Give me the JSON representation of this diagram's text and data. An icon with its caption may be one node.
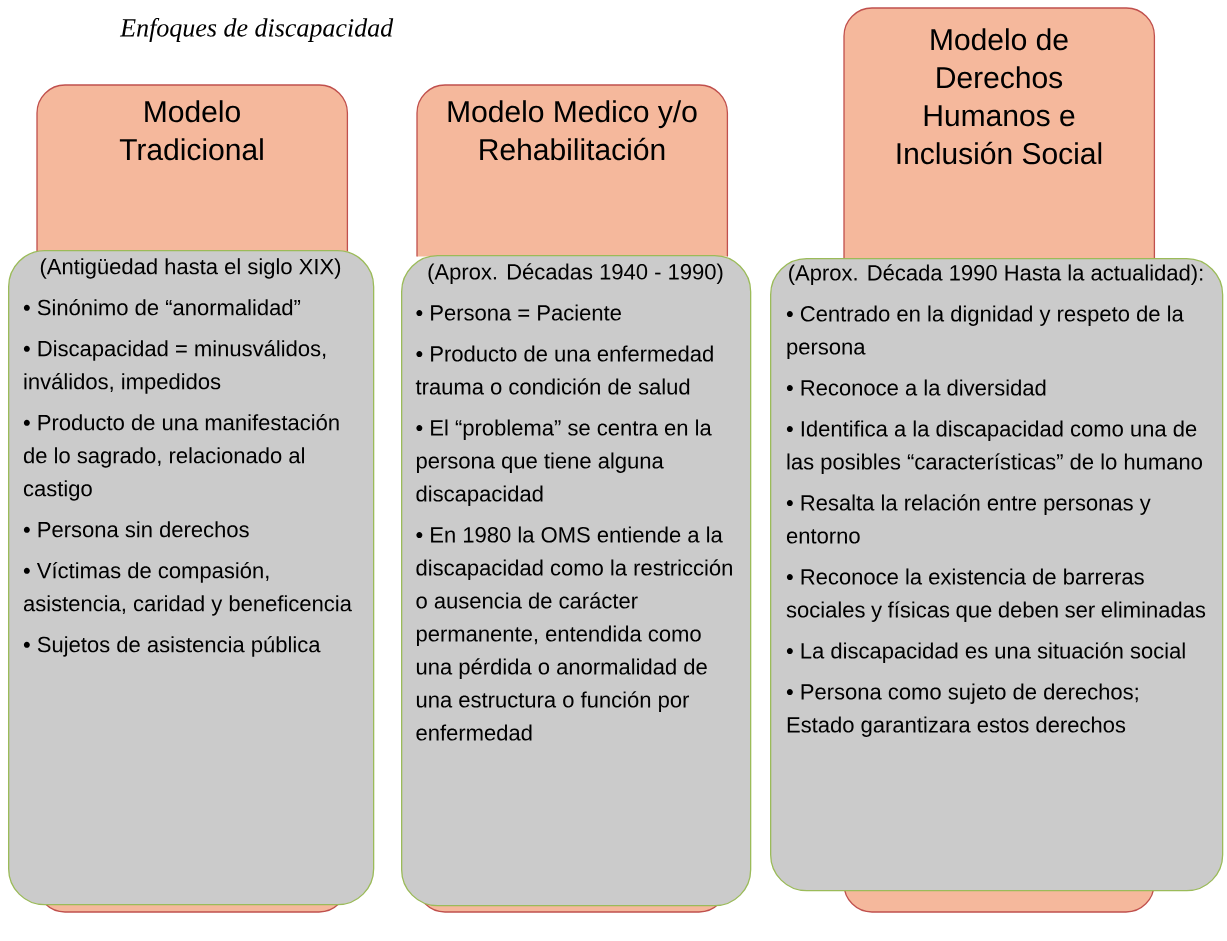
{
  "diagram": {
    "title": "Enfoques de discapacidad",
    "nodes": [
      {
        "text": [
          "Modelo Tradicional"
        ]
      },
      {
        "text": [
          "(Antigüedad hasta el siglo XIX)",
          "• Sinónimo de “anormalidad”",
          "• Discapacidad = minusválidos, inválidos, impedidos",
          "• Producto de una manifestación de lo sagrado, relacionado al castigo",
          "• Persona sin derechos",
          "• Víctimas de compasión, asistencia, caridad y beneficencia",
          "• Sujetos de asistencia pública"
        ]
      },
      {
        "text": [
          "Modelo Medico y/o Rehabilitación"
        ]
      },
      {
        "text": [
          "(Aprox. Décadas 1940 - 1990)",
          "• Persona = Paciente",
          "• Producto de una enfermedad trauma o condición de salud",
          "• El “problema” se centra en la persona que tiene alguna discapacidad",
          "• En 1980 la OMS entiende a la discapacidad como la restricción o ausencia de carácter permanente, entendida como una pérdida o anormalidad de una estructura o función por enfermedad"
        ]
      },
      {
        "text": [
          "Modelo de Derechos Humanos e Inclusión Social"
        ]
      },
      {
        "text": [
          "(Aprox. Década 1990 Hasta la actualidad):",
          "• Centrado en la dignidad y respeto de la persona",
          "• Reconoce a la diversidad",
          "• Identifica a la discapacidad como una de las posibles “características” de lo humano",
          "• Resalta la relación entre personas y entorno",
          "• Reconoce la existencia de barreras sociales y físicas que deben ser eliminadas",
          "• La discapacidad es una situación social",
          "• Persona como sujeto de derechos; Estado garantizara estos derechos"
        ]
      }
    ]
  }
}
